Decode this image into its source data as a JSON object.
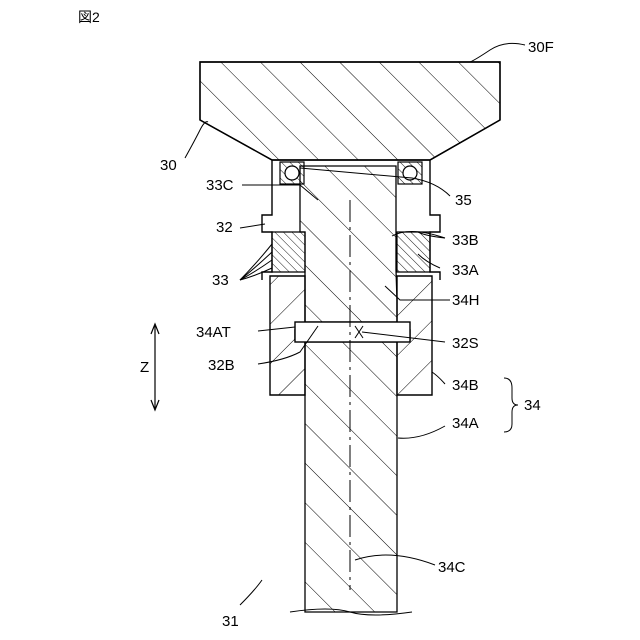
{
  "figure_label": "図2",
  "labels": {
    "l30F": "30F",
    "l30": "30",
    "l33C": "33C",
    "l35": "35",
    "l32": "32",
    "l33B": "33B",
    "l33": "33",
    "l33A": "33A",
    "l34H": "34H",
    "l34AT": "34AT",
    "l32S": "32S",
    "lZ": "Z",
    "l32B": "32B",
    "l34B": "34B",
    "l34": "34",
    "l34A": "34A",
    "l34C": "34C",
    "l31": "31"
  }
}
